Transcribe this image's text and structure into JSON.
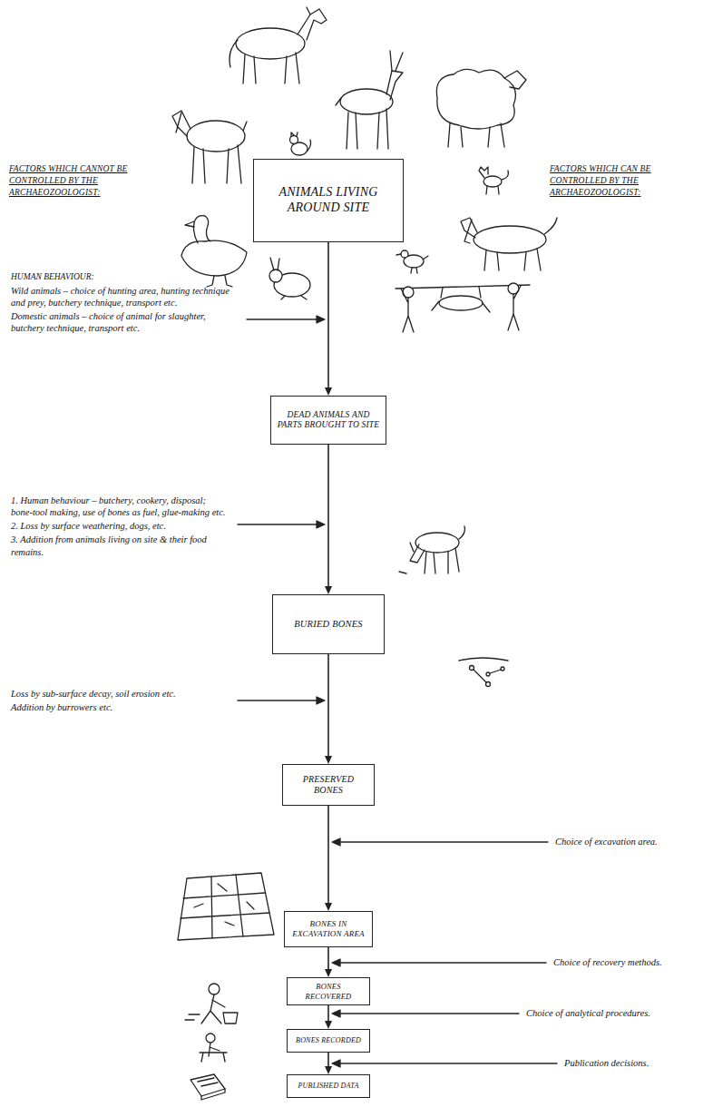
{
  "diagram": {
    "nodes": [
      {
        "text": [
          "ANIMALS LIVING AROUND SITE"
        ]
      },
      {
        "text": [
          "DEAD ANIMALS AND PARTS BROUGHT TO SITE"
        ]
      },
      {
        "text": [
          "BURIED BONES"
        ]
      },
      {
        "text": [
          "PRESERVED BONES"
        ]
      },
      {
        "text": [
          "BONES IN EXCAVATION AREA"
        ]
      },
      {
        "text": [
          "BONES RECOVERED"
        ]
      },
      {
        "text": [
          "BONES RECORDED"
        ]
      },
      {
        "text": [
          "PUBLISHED DATA"
        ]
      }
    ],
    "edges": [
      {
        "from": 0,
        "to": 1,
        "arrow": "to"
      },
      {
        "from": 1,
        "to": 2,
        "arrow": "to"
      },
      {
        "from": 2,
        "to": 3,
        "arrow": "to"
      },
      {
        "from": 3,
        "to": 4,
        "arrow": "to"
      },
      {
        "from": 4,
        "to": 5,
        "arrow": "to"
      },
      {
        "from": 5,
        "to": 6,
        "arrow": "to"
      },
      {
        "from": 6,
        "to": 7,
        "arrow": "to"
      }
    ],
    "labels": [
      "FACTORS WHICH CANNOT BE CONTROLLED BY THE ARCHAEOZOOLOGIST:",
      "FACTORS WHICH CAN BE CONTROLLED BY THE ARCHAEOZOOLOGIST:",
      "HUMAN BEHAVIOUR:",
      "Wild animals – choice of hunting area, hunting technique and prey, butchery technique, transport etc.",
      "Domestic animals – choice of animal for slaughter, butchery technique, transport etc.",
      "1. Human behaviour – butchery, cookery, disposal; bone-tool making, use of bones as fuel, glue-making etc.",
      "2. Loss by surface weathering, dogs, etc.",
      "3. Addition from animals living on site & their food remains.",
      "Loss by sub-surface decay, soil erosion etc.",
      "Addition by burrowers etc.",
      "Choice of excavation area.",
      "Choice of recovery methods.",
      "Choice of analytical procedures.",
      "Publication decisions."
    ]
  }
}
